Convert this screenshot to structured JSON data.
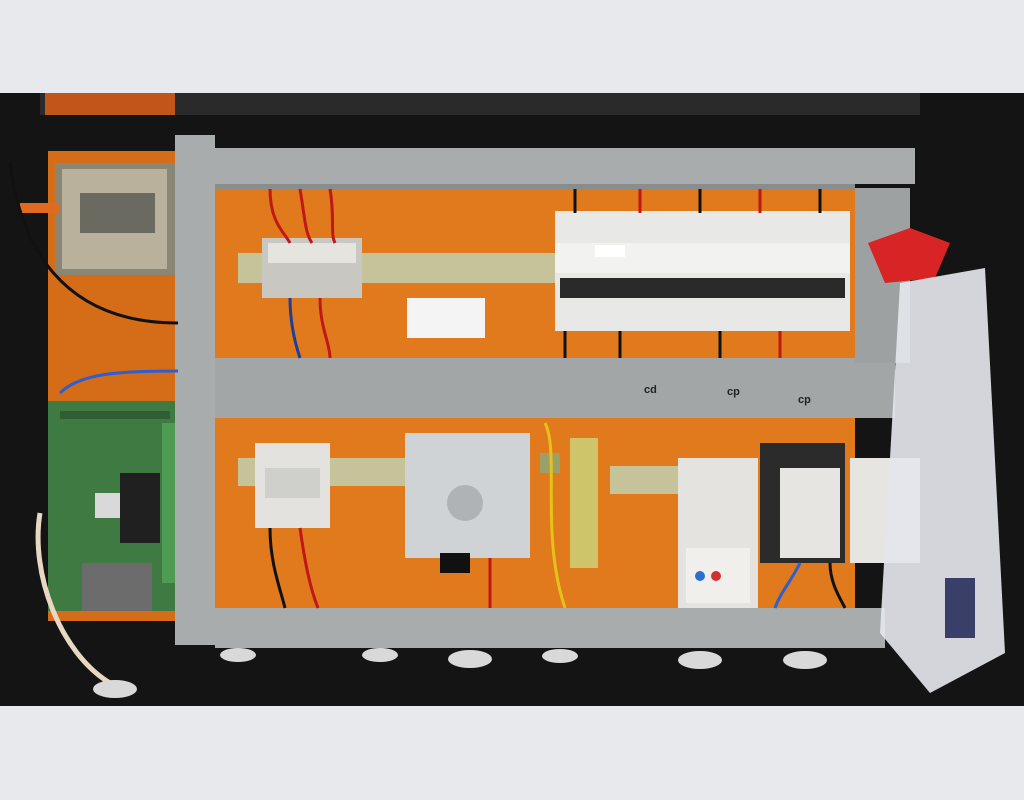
{
  "photo": {
    "frame_background": "#e8e9ed",
    "panel_color": "#e07a1c",
    "duct_color": "#a9acad",
    "annotations": [
      {
        "text": "cd"
      },
      {
        "text": "cp"
      },
      {
        "text": "cp"
      }
    ]
  }
}
